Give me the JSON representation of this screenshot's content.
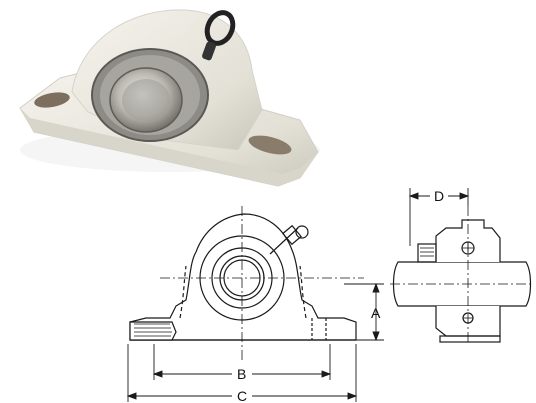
{
  "dimensions": {
    "a": "A",
    "b": "B",
    "c": "C",
    "d": "D"
  },
  "colors": {
    "housing_white": "#eceae3",
    "housing_shadow": "#c9c6bb",
    "bore_steel": "#b7b5ae",
    "line": "#1a1a1a",
    "background": "#ffffff"
  },
  "icons": {
    "grease_fitting": "grease-fitting-icon"
  }
}
